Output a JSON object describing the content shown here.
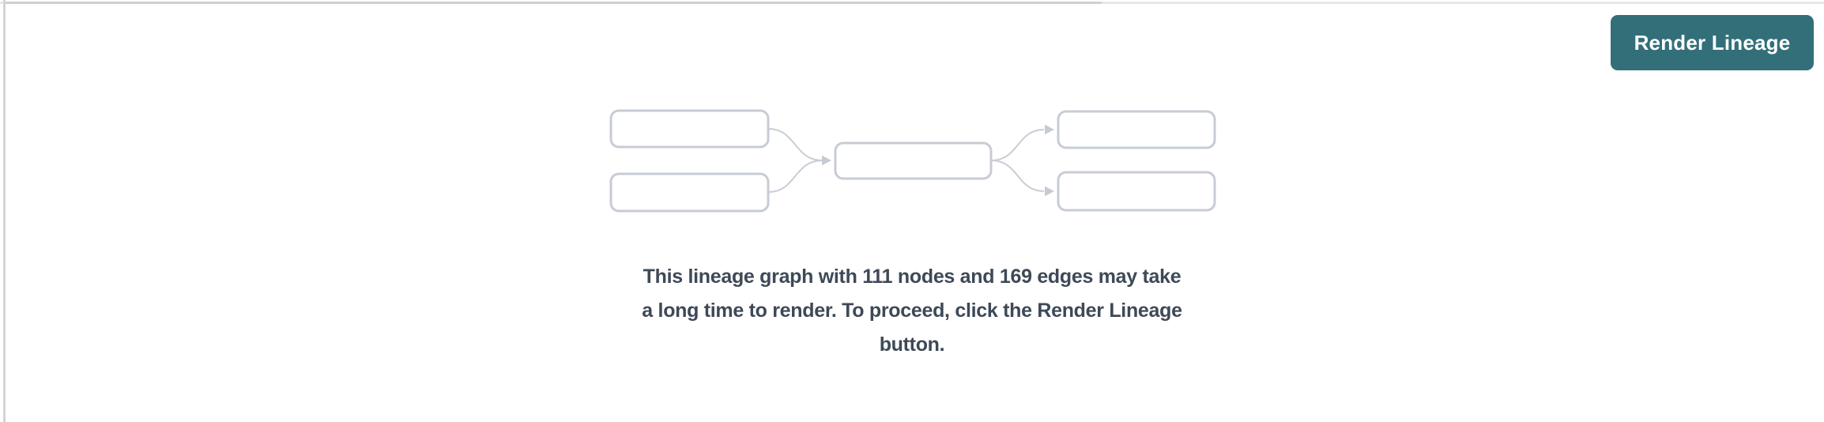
{
  "toolbar": {
    "render_lineage_label": "Render Lineage"
  },
  "lineage_prompt": {
    "message": "This lineage graph with 111 nodes and 169 edges may take a long time to render. To proceed, click the Render Lineage button.",
    "message_lines": [
      "This lineage graph with 111 nodes and 169 edges may take",
      "a long time to render. To proceed, click the Render Lineage",
      "button."
    ],
    "node_count": "111",
    "edge_count": "169"
  },
  "icons": [
    {
      "name": "lineage-graph-placeholder-icon",
      "description": "five empty rounded boxes connected by curved arrows (2 sources, 1 middle node, 2 targets)"
    }
  ],
  "colors": {
    "button_teal": "#336f79",
    "button_text": "#ffffff",
    "graph_outline_gray": "#c7ccd4",
    "edge_gray": "#c9cdd5",
    "message_text": "#3e4957",
    "divider_gray": "#d4d4d8",
    "scrollbar_thumb": "#cfcfd4",
    "scrollbar_track": "#e7e7ea"
  }
}
